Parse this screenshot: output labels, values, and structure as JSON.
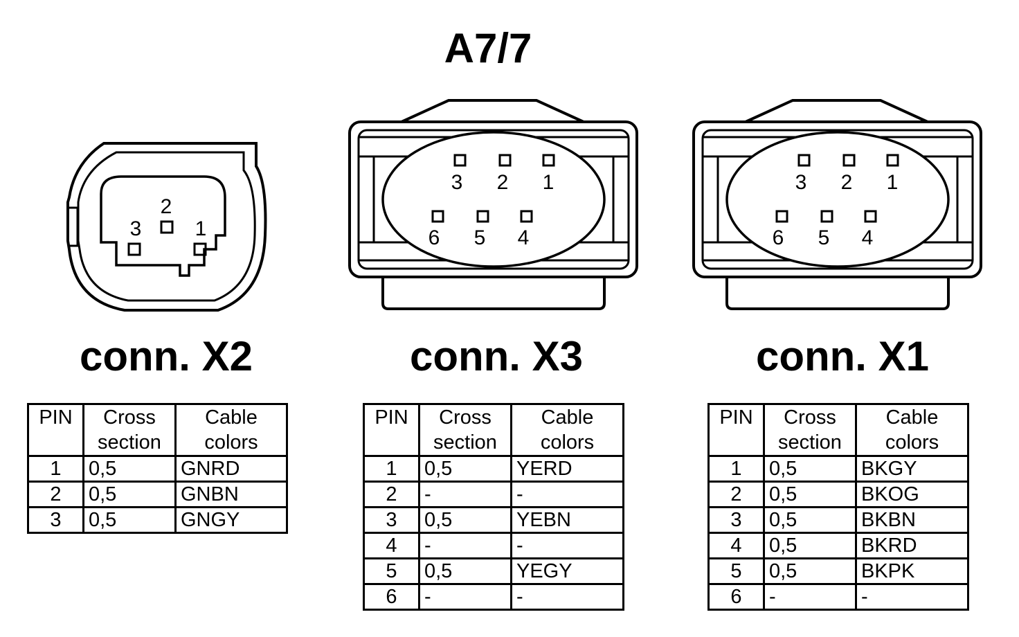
{
  "title": "A7/7",
  "headers": {
    "pin": "PIN",
    "cross": "Cross section",
    "colors": "Cable colors"
  },
  "connectors": [
    {
      "label": "conn. X2",
      "pin_labels": [
        "1",
        "2",
        "3"
      ],
      "rows": [
        {
          "pin": "1",
          "cross": "0,5",
          "color": "GNRD"
        },
        {
          "pin": "2",
          "cross": "0,5",
          "color": "GNBN"
        },
        {
          "pin": "3",
          "cross": "0,5",
          "color": "GNGY"
        }
      ]
    },
    {
      "label": "conn. X3",
      "pin_labels": [
        "3",
        "2",
        "1",
        "6",
        "5",
        "4"
      ],
      "rows": [
        {
          "pin": "1",
          "cross": "0,5",
          "color": "YERD"
        },
        {
          "pin": "2",
          "cross": "-",
          "color": "-"
        },
        {
          "pin": "3",
          "cross": "0,5",
          "color": "YEBN"
        },
        {
          "pin": "4",
          "cross": "-",
          "color": "-"
        },
        {
          "pin": "5",
          "cross": "0,5",
          "color": "YEGY"
        },
        {
          "pin": "6",
          "cross": "-",
          "color": "-"
        }
      ]
    },
    {
      "label": "conn. X1",
      "pin_labels": [
        "3",
        "2",
        "1",
        "6",
        "5",
        "4"
      ],
      "rows": [
        {
          "pin": "1",
          "cross": "0,5",
          "color": "BKGY"
        },
        {
          "pin": "2",
          "cross": "0,5",
          "color": "BKOG"
        },
        {
          "pin": "3",
          "cross": "0,5",
          "color": "BKBN"
        },
        {
          "pin": "4",
          "cross": "0,5",
          "color": "BKRD"
        },
        {
          "pin": "5",
          "cross": "0,5",
          "color": "BKPK"
        },
        {
          "pin": "6",
          "cross": "-",
          "color": "-"
        }
      ]
    }
  ]
}
